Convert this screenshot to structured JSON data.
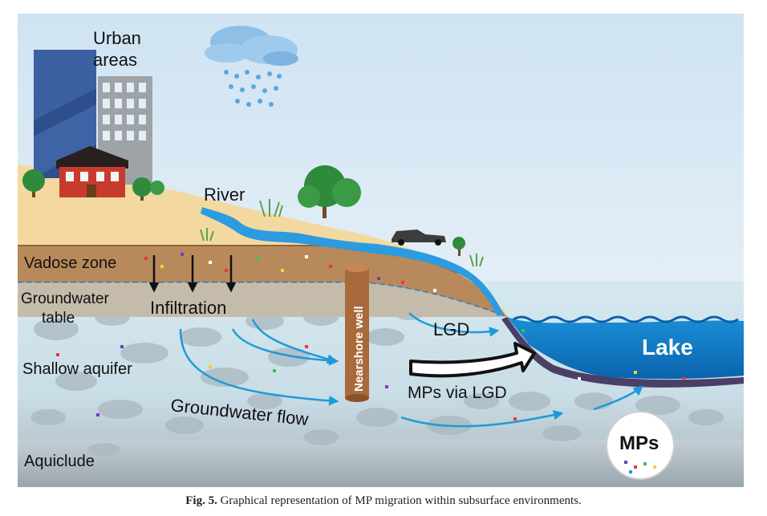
{
  "labels": {
    "urban": [
      "Urban",
      "areas"
    ],
    "river": "River",
    "vadose_zone": "Vadose zone",
    "groundwater_table": [
      "Groundwater",
      "table"
    ],
    "infiltration": "Infiltration",
    "shallow_aquifer": "Shallow aquifer",
    "groundwater_flow": "Groundwater flow",
    "aquiclude": "Aquiclude",
    "nearshore_well": "Nearshore well",
    "lgd": "LGD",
    "mps_via_lgd": "MPs via LGD",
    "lake": "Lake",
    "mps": "MPs"
  },
  "caption": {
    "label": "Fig. 5.",
    "text": "Graphical representation of MP migration within subsurface environments."
  },
  "colors": {
    "sky": "#dcebf5",
    "sand": "#f3d9a0",
    "vadose": "#b8895a",
    "aquifer": "#cfe3ec",
    "aquiclude": "#a9b3bb",
    "water": "#0a79c6",
    "arrow": "#1f9ad8",
    "well": "#a86a3a"
  }
}
